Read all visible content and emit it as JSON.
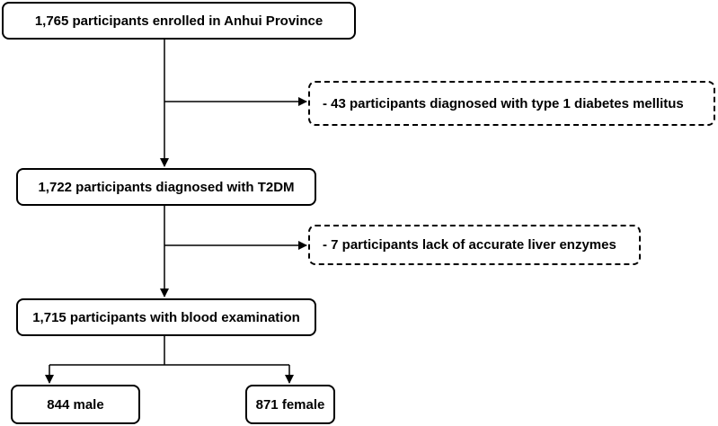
{
  "flow": {
    "enrolled": "1,765 participants enrolled in Anhui Province",
    "exclusion_1": "- 43 participants diagnosed with type 1 diabetes mellitus",
    "t2dm": "1,722 participants diagnosed with T2DM",
    "exclusion_2": "- 7 participants lack of accurate liver enzymes",
    "blood_exam": "1,715 participants with blood examination",
    "male": "844 male",
    "female": "871 female"
  }
}
